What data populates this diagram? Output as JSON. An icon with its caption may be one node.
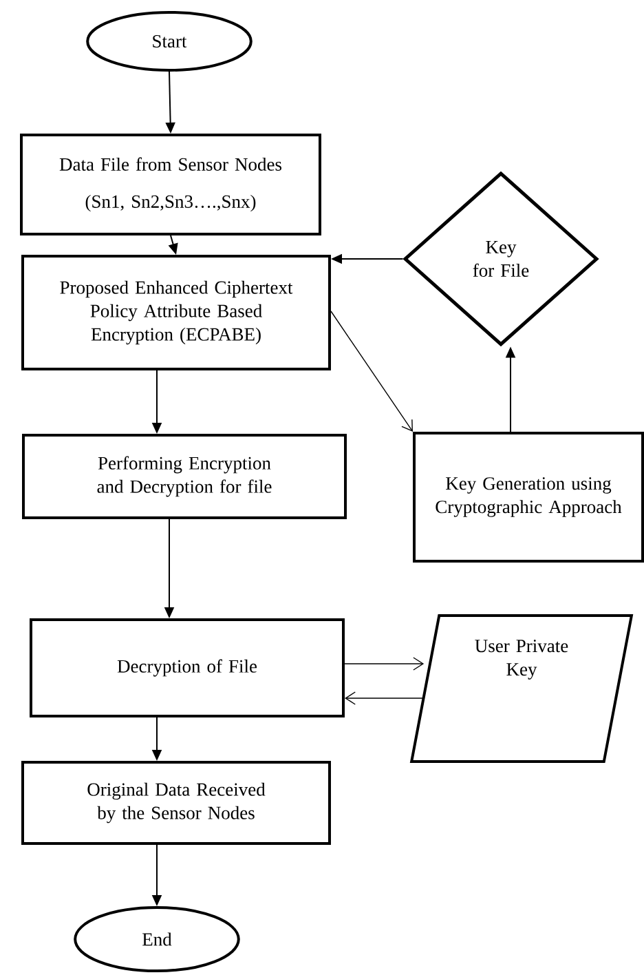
{
  "diagram": {
    "nodes": [
      {
        "text": [
          "Start"
        ]
      },
      {
        "text": [
          "Data File from Sensor Nodes",
          "(Sn1, Sn2,Sn3….,Snx)"
        ]
      },
      {
        "text": [
          "Proposed Enhanced Ciphertext Policy Attribute Based Encryption (ECPABE)"
        ]
      },
      {
        "text": [
          "Key for File"
        ]
      },
      {
        "text": [
          "Performing Encryption and Decryption for file"
        ]
      },
      {
        "text": [
          "Key Generation using Cryptographic Approach"
        ]
      },
      {
        "text": [
          "Decryption of File"
        ]
      },
      {
        "text": [
          "User Private Key"
        ]
      },
      {
        "text": [
          "Original Data Received by the Sensor Nodes"
        ]
      },
      {
        "text": [
          "End"
        ]
      }
    ],
    "edges": [
      {
        "from": 0,
        "to": 1,
        "arrow": "to"
      },
      {
        "from": 1,
        "to": 2,
        "arrow": "to"
      },
      {
        "from": 3,
        "to": 2,
        "arrow": "to"
      },
      {
        "from": 2,
        "to": 5,
        "arrow": "to"
      },
      {
        "from": 5,
        "to": 3,
        "arrow": "to"
      },
      {
        "from": 2,
        "to": 4,
        "arrow": "to"
      },
      {
        "from": 4,
        "to": 6,
        "arrow": "to"
      },
      {
        "from": 6,
        "to": 7,
        "arrow": "to"
      },
      {
        "from": 7,
        "to": 6,
        "arrow": "to"
      },
      {
        "from": 6,
        "to": 8,
        "arrow": "to"
      },
      {
        "from": 8,
        "to": 9,
        "arrow": "to"
      }
    ]
  }
}
